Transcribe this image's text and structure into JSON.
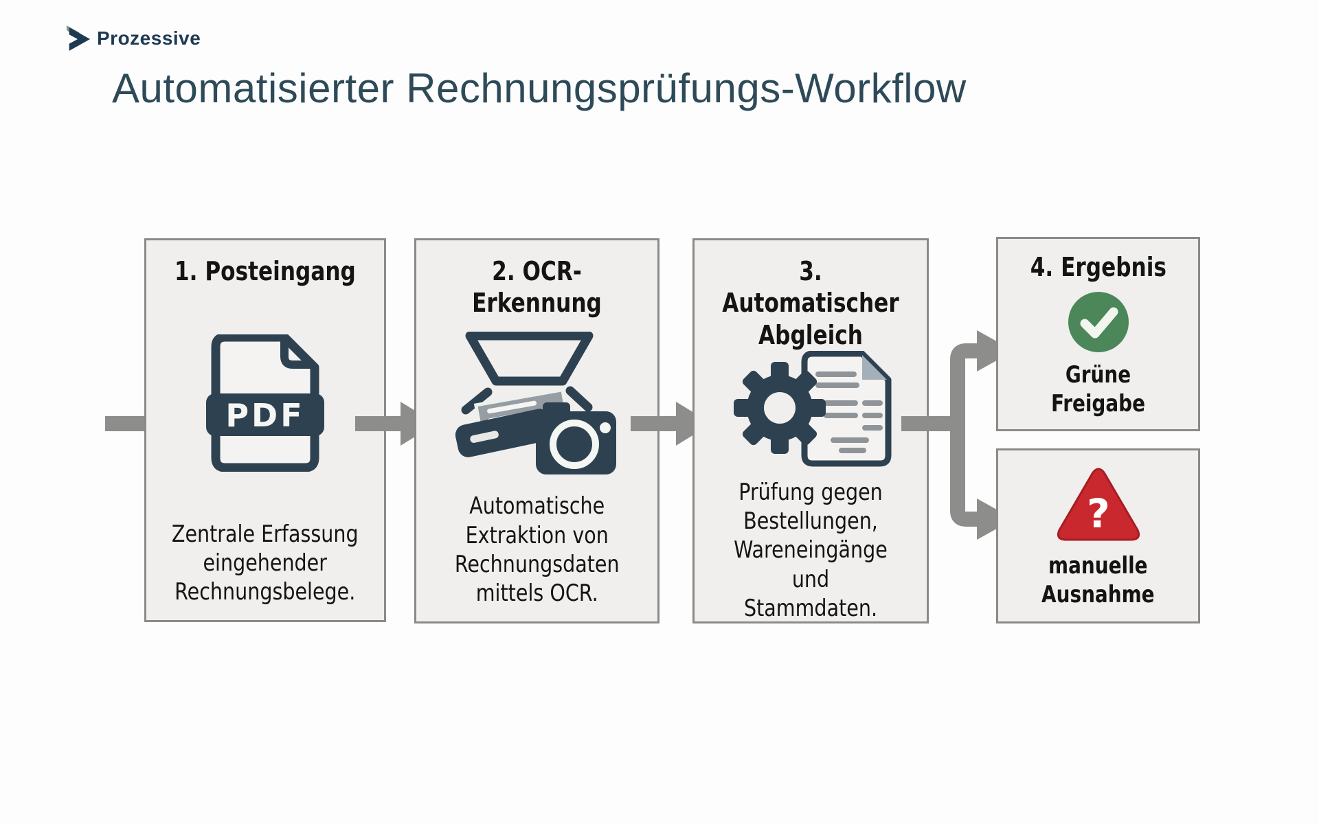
{
  "logo": {
    "text": "Prozessive",
    "icon": "chevron-right-icon"
  },
  "title": {
    "text": "Automatisierter Rechnungsprüfungs-Workflow"
  },
  "colors": {
    "page_bg": "#fdfdfd",
    "box_bg": "#f0efed",
    "box_border": "#8a8a8a",
    "arrow": "#8d8d8b",
    "icon_dark": "#2e4150",
    "fold_gray": "#a3b0ba",
    "doc_line_gray": "#8f9499",
    "success_green": "#4b8758",
    "error_red": "#c8282e",
    "text": "#141414",
    "title": "#2e4a59",
    "logo_navy": "#1d3a52",
    "logo_green": "#7e9b80"
  },
  "steps": [
    {
      "heading": "1. Posteingang",
      "icon": "pdf-file-icon",
      "icon_label": "PDF",
      "description": "Zentrale Erfassung\neingehender\nRechnungsbelege."
    },
    {
      "heading": "2. OCR-Erkennung",
      "icon": "scanner-camera-icon",
      "description": "Automatische\nExtraktion von\nRechnungsdaten\nmittels OCR."
    },
    {
      "heading": "3. Automatischer\nAbgleich",
      "icon": "gear-document-icon",
      "description": "Prüfung gegen\nBestellungen,\nWareneingänge und\nStammdaten."
    }
  ],
  "results": {
    "heading": "4. Ergebnis",
    "success": {
      "label": "Grüne Freigabe",
      "icon": "check-circle-icon"
    },
    "exception": {
      "label": "manuelle\nAusnahme",
      "icon": "warning-question-icon",
      "symbol": "?"
    }
  }
}
